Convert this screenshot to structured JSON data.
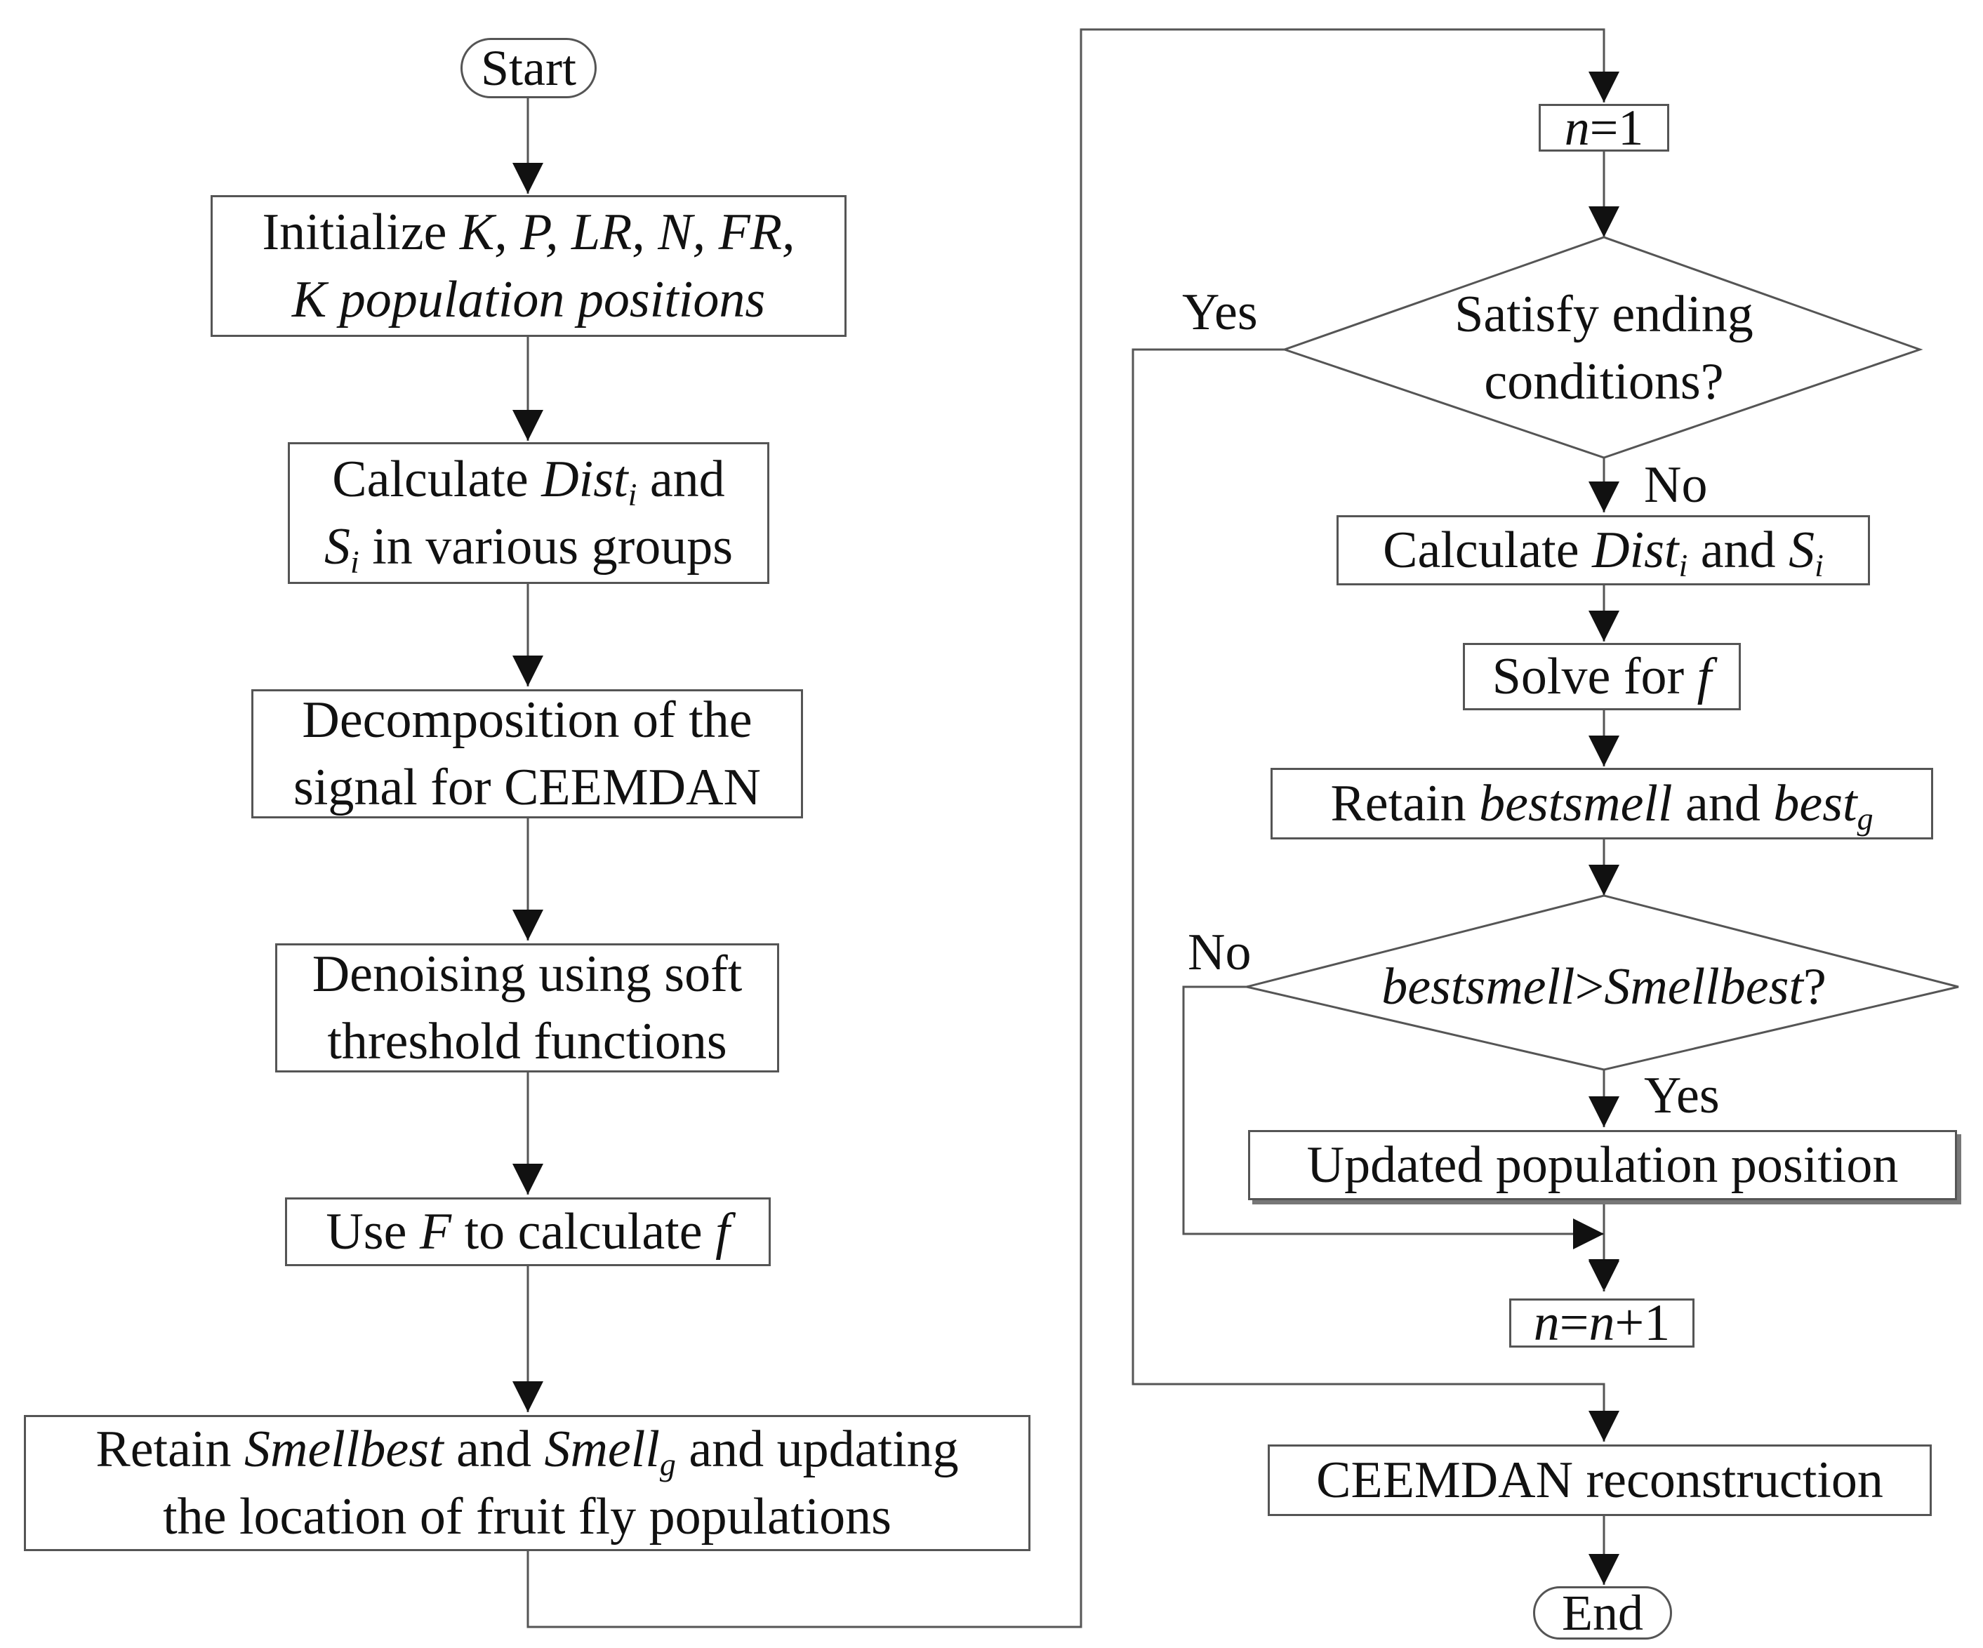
{
  "nodes": {
    "start": "Start",
    "init": {
      "prefix": "Initialize ",
      "params": "K, P, LR, N, FR,",
      "line2": "K population positions"
    },
    "calc_left": {
      "word": "Calculate ",
      "dist": "Dist",
      "sub": "i",
      "and": " and",
      "s": "S",
      "rest": " in various groups"
    },
    "decomp": {
      "line1": "Decomposition of the",
      "line2": "signal for CEEMDAN"
    },
    "denoise": {
      "line1": "Denoising using soft",
      "line2": "threshold functions"
    },
    "use_f": {
      "use": "Use ",
      "F": "F",
      "mid": " to calculate ",
      "f": "f"
    },
    "retain_left": {
      "retain": "Retain ",
      "smellbest": "Smellbest",
      "and": " and ",
      "smell": "Smell",
      "sub": "g",
      "tail": " and updating",
      "line2": "the location of fruit fly populations"
    },
    "n1": {
      "n": "n",
      "rest": "=1"
    },
    "satisfy": {
      "line1": "Satisfy ending",
      "line2": "conditions?"
    },
    "calc_right": {
      "word": "Calculate ",
      "dist": "Dist",
      "sub": "i",
      "and": " and ",
      "s": "S"
    },
    "solve": {
      "text": "Solve for ",
      "f": "f"
    },
    "retain_right": {
      "retain": "Retain ",
      "bestsmell": "bestsmell",
      "and": " and ",
      "best": "best",
      "sub": "g"
    },
    "compare": {
      "a": "bestsmell",
      "op": ">",
      "b": "Smellbest",
      "q": "?"
    },
    "update": "Updated population position",
    "increment": {
      "n1": "n",
      "eq": "=",
      "n2": "n",
      "plus": "+1"
    },
    "recon": "CEEMDAN reconstruction",
    "end": "End"
  },
  "labels": {
    "yes_top": "Yes",
    "no_top": "No",
    "no_bottom": "No",
    "yes_bottom": "Yes"
  }
}
